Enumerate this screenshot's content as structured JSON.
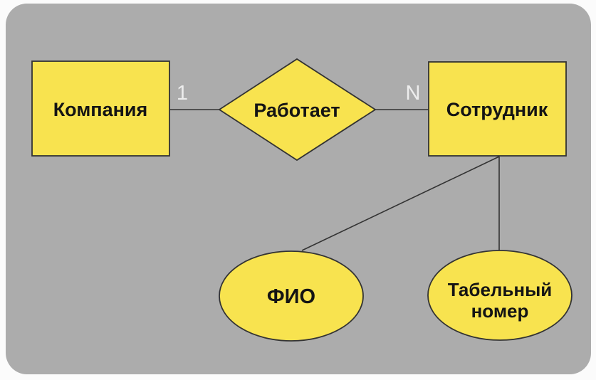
{
  "diagram": {
    "type": "er-diagram",
    "entities": {
      "company": {
        "label": "Компания"
      },
      "employee": {
        "label": "Сотрудник"
      }
    },
    "relationship": {
      "label": "Работает",
      "cardinality_left": "1",
      "cardinality_right": "N"
    },
    "attributes": {
      "fio": {
        "label": "ФИО",
        "owner": "Сотрудник"
      },
      "personnel_number": {
        "label_line1": "Табельный",
        "label_line2": "номер",
        "owner": "Сотрудник"
      }
    },
    "colors": {
      "shape_fill": "#F8E34F",
      "shape_stroke": "#333333",
      "canvas_background": "#ACACAC",
      "page_background": "#FBFBFB",
      "label_text": "#141414",
      "cardinality_text": "#EDEDED"
    }
  }
}
